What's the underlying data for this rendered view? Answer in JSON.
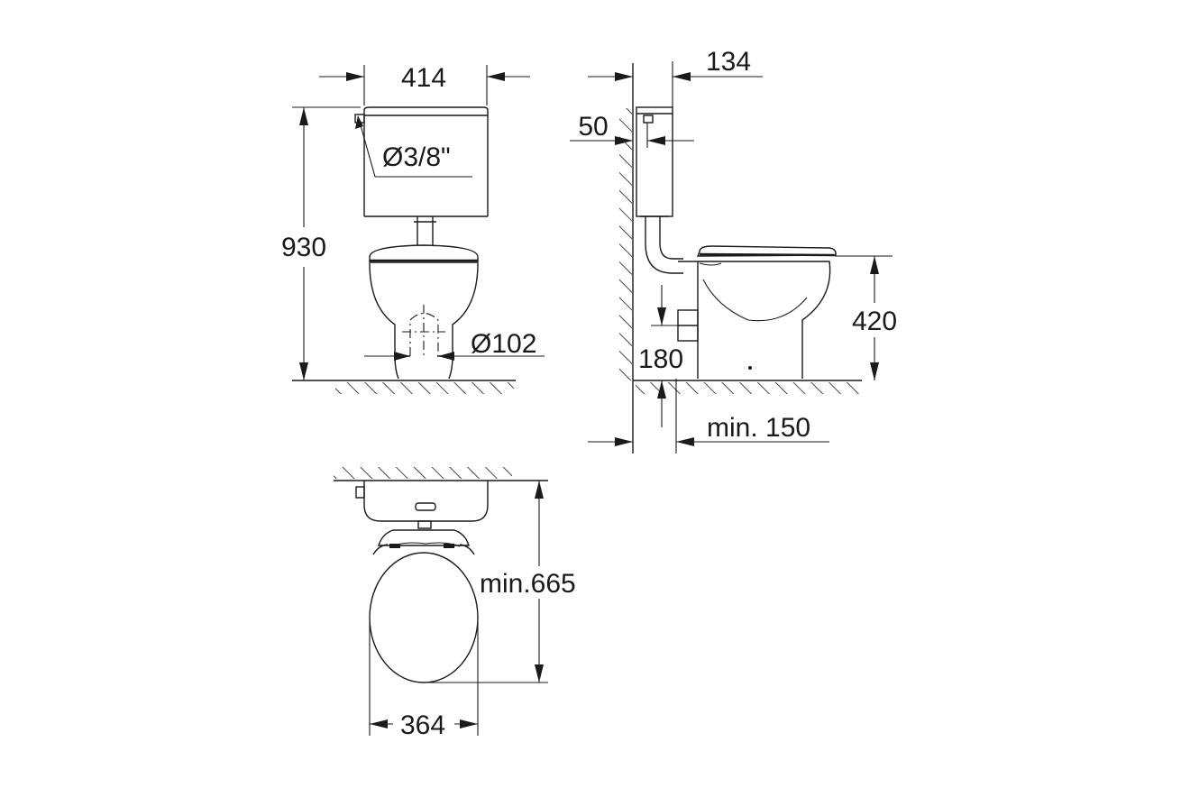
{
  "drawing": {
    "subject": "toilet-combination-dimension-drawing",
    "front_view": {
      "cistern_width": "414",
      "total_height": "930",
      "inlet_diameter": "Ø3/8\"",
      "outlet_diameter": "Ø102"
    },
    "side_view": {
      "cistern_depth": "134",
      "wall_gap": "50",
      "seat_height": "420",
      "outlet_height": "180",
      "min_wall_distance": "min. 150"
    },
    "top_view": {
      "min_depth": "min.665",
      "bowl_width": "364"
    }
  }
}
